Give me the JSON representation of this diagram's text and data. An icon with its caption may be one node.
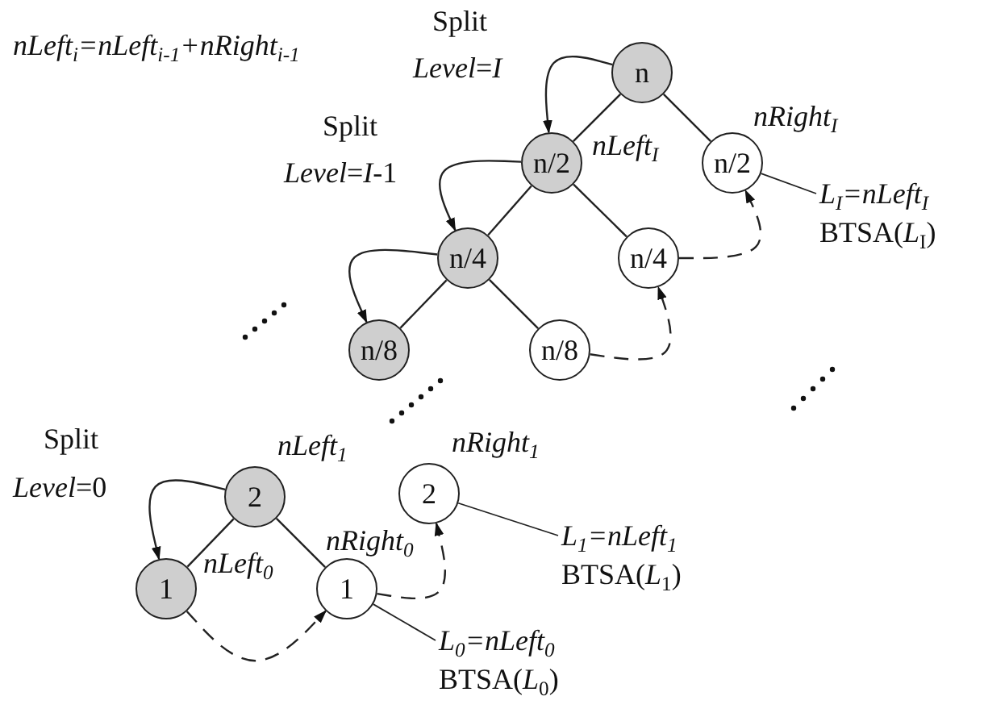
{
  "diagram": {
    "nodes": [
      {
        "text": [
          "n"
        ]
      },
      {
        "text": [
          "n/2"
        ],
        "beside": [
          "nLeft$_{I}$"
        ]
      },
      {
        "text": [
          "n/2"
        ],
        "beside": [
          "nRight$_{I}$"
        ]
      },
      {
        "text": [
          "n/4"
        ]
      },
      {
        "text": [
          "n/4"
        ]
      },
      {
        "text": [
          "n/8"
        ]
      },
      {
        "text": [
          "n/8"
        ]
      },
      {
        "text": [
          "2"
        ],
        "beside": [
          "nLeft$_{1}$"
        ]
      },
      {
        "text": [
          "1"
        ],
        "beside": [
          "nLeft$_{0}$"
        ]
      },
      {
        "text": [
          "1"
        ],
        "beside": [
          "nRight$_{0}$"
        ]
      },
      {
        "text": [
          "2"
        ],
        "beside": [
          "nRight$_{1}$"
        ]
      },
      {
        "text": [
          "L$_{I}$=nLeft$_{I}$",
          "BTSA(*L*$_{I}$)"
        ]
      },
      {
        "text": [
          "L$_{1}$=nLeft$_{1}$",
          "BTSA(*L*$_{1}$)"
        ]
      },
      {
        "text": [
          "L$_{0}$=nLeft$_{0}$",
          "BTSA(*L*$_{0}$)"
        ]
      }
    ],
    "edges": [
      {
        "from": 0,
        "to": 1,
        "arrow": "none"
      },
      {
        "from": 0,
        "to": 2,
        "arrow": "none"
      },
      {
        "from": 1,
        "to": 3,
        "arrow": "none"
      },
      {
        "from": 1,
        "to": 4,
        "arrow": "none"
      },
      {
        "from": 3,
        "to": 5,
        "arrow": "none"
      },
      {
        "from": 3,
        "to": 6,
        "arrow": "none"
      },
      {
        "from": 7,
        "to": 8,
        "arrow": "none"
      },
      {
        "from": 7,
        "to": 9,
        "arrow": "none"
      },
      {
        "from": 0,
        "to": 1,
        "arrow": "to"
      },
      {
        "from": 1,
        "to": 3,
        "arrow": "to"
      },
      {
        "from": 3,
        "to": 5,
        "arrow": "to"
      },
      {
        "from": 7,
        "to": 8,
        "arrow": "to"
      },
      {
        "from": 6,
        "to": 4,
        "arrow": "to",
        "style": "dashed"
      },
      {
        "from": 4,
        "to": 2,
        "arrow": "to",
        "style": "dashed"
      },
      {
        "from": 8,
        "to": 9,
        "arrow": "to",
        "style": "dashed"
      },
      {
        "from": 9,
        "to": 10,
        "arrow": "to",
        "style": "dashed"
      },
      {
        "from": 2,
        "to": 11,
        "arrow": "none"
      },
      {
        "from": 10,
        "to": 12,
        "arrow": "none"
      },
      {
        "from": 9,
        "to": 13,
        "arrow": "none"
      }
    ],
    "labels": [
      "nLeft$_{i}$=nLeft$_{i-1}$+nRight$_{i-1}$",
      "Split",
      "*Level*=*I*",
      "Split",
      "*Level*=*I*-1",
      "Split",
      "*Level*=0"
    ]
  }
}
